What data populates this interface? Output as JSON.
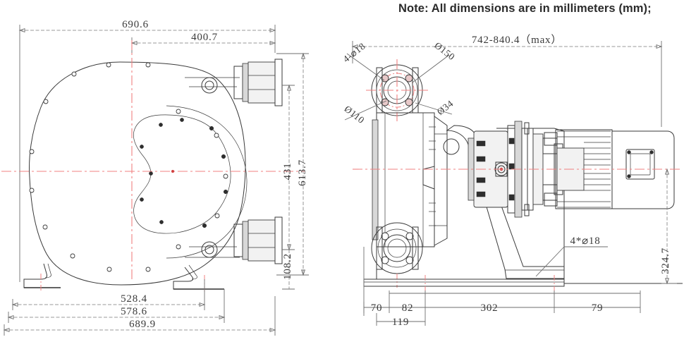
{
  "drawing": {
    "title": "Hose pump assembly dimensional drawing",
    "units_note": "Note: All dimensions are in millimeters (mm);",
    "colors": {
      "outline": "#3a3a3a",
      "centerline": "#f08080",
      "dimension": "#6e6e6e",
      "text": "#3a3a3a",
      "note_text": "#2b2b2b",
      "hatch": "#555555"
    }
  },
  "front_view": {
    "name": "front-view",
    "dimensions": {
      "overall_width_top": "690.6",
      "inner_width_top": "400.7",
      "overall_height": "613.7",
      "port_spacing": "431",
      "lower_port_offset": "108.2",
      "base_inner": "528.4",
      "base_mid": "578.6",
      "base_outer": "689.9"
    }
  },
  "side_view": {
    "name": "side-view",
    "dimensions": {
      "overall_length": "742-840.4（max）",
      "height_right": "324.7",
      "base_seg_1": "70",
      "base_seg_2": "82",
      "base_seg_3": "302",
      "base_seg_4": "79",
      "base_sub": "119"
    },
    "callouts": {
      "bolt_holes": "4-⌀18",
      "flange_od": "Ø150",
      "bolt_circle": "Ø110",
      "bore": "Ø34",
      "base_holes": "4*⌀18"
    }
  }
}
